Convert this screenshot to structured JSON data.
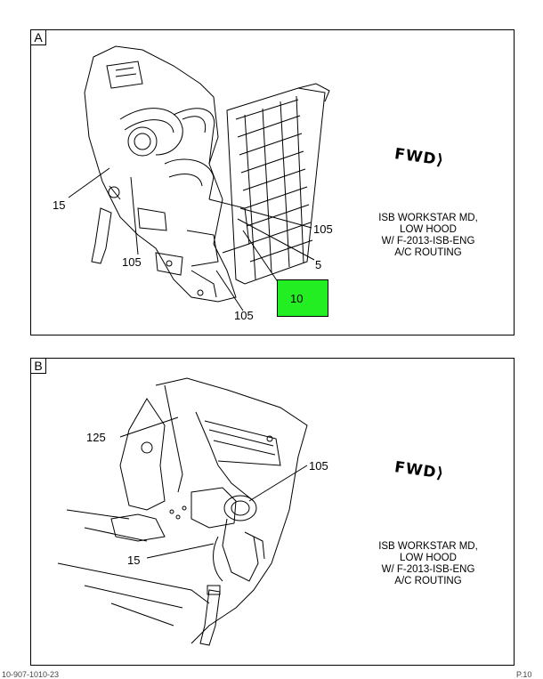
{
  "panel_a": {
    "letter": "A",
    "callouts": {
      "c15": "15",
      "c105_left": "105",
      "c105_right": "105",
      "c5": "5",
      "c105_bottom": "105",
      "c10": "10"
    },
    "fwd": "FWD",
    "caption": [
      "ISB WORKSTAR MD,",
      "LOW HOOD",
      "W/ F-2013-ISB-ENG",
      "A/C ROUTING"
    ],
    "highlight_color": "#22ee22"
  },
  "panel_b": {
    "letter": "B",
    "callouts": {
      "c125": "125",
      "c105": "105",
      "c15": "15"
    },
    "fwd": "FWD",
    "caption": [
      "ISB WORKSTAR MD,",
      "LOW HOOD",
      "W/ F-2013-ISB-ENG",
      "A/C ROUTING"
    ]
  },
  "footer": {
    "left": "10-907-1010-23",
    "right": "P.10"
  }
}
